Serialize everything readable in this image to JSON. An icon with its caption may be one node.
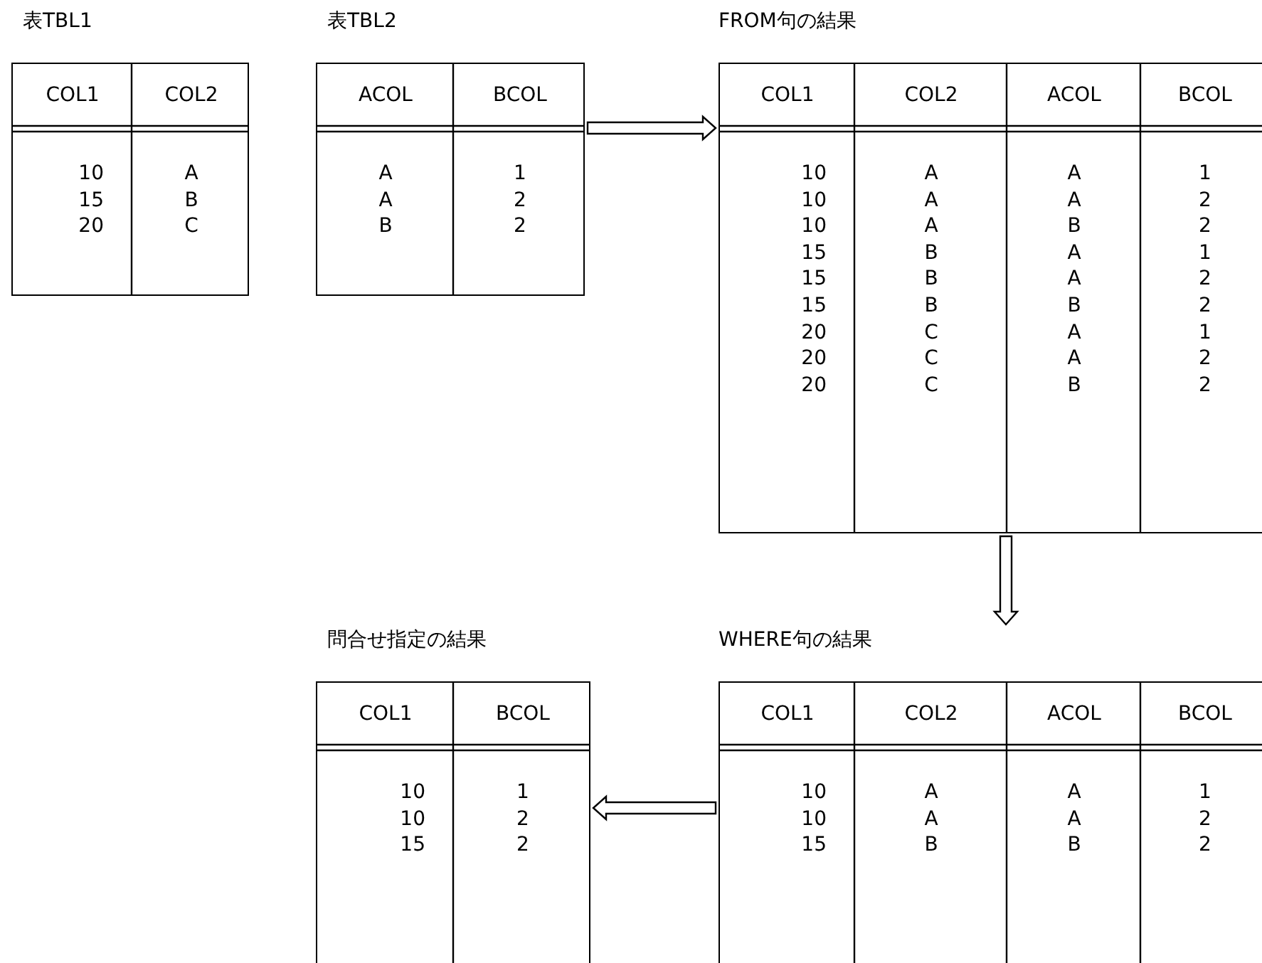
{
  "diagram": {
    "nodes": [
      {
        "text": [
          "表TBL1"
        ]
      },
      {
        "text": [
          "COL1"
        ],
        "in": 0
      },
      {
        "text": [
          "COL2"
        ],
        "in": 0
      },
      {
        "text": [
          "10"
        ],
        "in": 0
      },
      {
        "text": [
          "A"
        ],
        "in": 0
      },
      {
        "text": [
          "15"
        ],
        "in": 0
      },
      {
        "text": [
          "B"
        ],
        "in": 0
      },
      {
        "text": [
          "20"
        ],
        "in": 0
      },
      {
        "text": [
          "C"
        ],
        "in": 0
      },
      {
        "text": [
          "表TBL2"
        ]
      },
      {
        "text": [
          "ACOL"
        ],
        "in": 9
      },
      {
        "text": [
          "BCOL"
        ],
        "in": 9
      },
      {
        "text": [
          "A"
        ],
        "in": 9
      },
      {
        "text": [
          "1"
        ],
        "in": 9
      },
      {
        "text": [
          "A"
        ],
        "in": 9
      },
      {
        "text": [
          "2"
        ],
        "in": 9
      },
      {
        "text": [
          "B"
        ],
        "in": 9
      },
      {
        "text": [
          "2"
        ],
        "in": 9
      },
      {
        "text": [
          "FROM句の結果"
        ]
      },
      {
        "text": [
          "COL1"
        ],
        "in": 18
      },
      {
        "text": [
          "COL2"
        ],
        "in": 18
      },
      {
        "text": [
          "ACOL"
        ],
        "in": 18
      },
      {
        "text": [
          "BCOL"
        ],
        "in": 18
      },
      {
        "text": [
          "10"
        ],
        "in": 18
      },
      {
        "text": [
          "A"
        ],
        "in": 18
      },
      {
        "text": [
          "A"
        ],
        "in": 18
      },
      {
        "text": [
          "1"
        ],
        "in": 18
      },
      {
        "text": [
          "10"
        ],
        "in": 18
      },
      {
        "text": [
          "A"
        ],
        "in": 18
      },
      {
        "text": [
          "A"
        ],
        "in": 18
      },
      {
        "text": [
          "2"
        ],
        "in": 18
      },
      {
        "text": [
          "10"
        ],
        "in": 18
      },
      {
        "text": [
          "A"
        ],
        "in": 18
      },
      {
        "text": [
          "B"
        ],
        "in": 18
      },
      {
        "text": [
          "2"
        ],
        "in": 18
      },
      {
        "text": [
          "15"
        ],
        "in": 18
      },
      {
        "text": [
          "B"
        ],
        "in": 18
      },
      {
        "text": [
          "A"
        ],
        "in": 18
      },
      {
        "text": [
          "1"
        ],
        "in": 18
      },
      {
        "text": [
          "15"
        ],
        "in": 18
      },
      {
        "text": [
          "B"
        ],
        "in": 18
      },
      {
        "text": [
          "A"
        ],
        "in": 18
      },
      {
        "text": [
          "2"
        ],
        "in": 18
      },
      {
        "text": [
          "15"
        ],
        "in": 18
      },
      {
        "text": [
          "B"
        ],
        "in": 18
      },
      {
        "text": [
          "B"
        ],
        "in": 18
      },
      {
        "text": [
          "2"
        ],
        "in": 18
      },
      {
        "text": [
          "20"
        ],
        "in": 18
      },
      {
        "text": [
          "C"
        ],
        "in": 18
      },
      {
        "text": [
          "A"
        ],
        "in": 18
      },
      {
        "text": [
          "1"
        ],
        "in": 18
      },
      {
        "text": [
          "20"
        ],
        "in": 18
      },
      {
        "text": [
          "C"
        ],
        "in": 18
      },
      {
        "text": [
          "A"
        ],
        "in": 18
      },
      {
        "text": [
          "2"
        ],
        "in": 18
      },
      {
        "text": [
          "20"
        ],
        "in": 18
      },
      {
        "text": [
          "C"
        ],
        "in": 18
      },
      {
        "text": [
          "B"
        ],
        "in": 18
      },
      {
        "text": [
          "2"
        ],
        "in": 18
      },
      {
        "text": [
          "問合せ指定の結果"
        ]
      },
      {
        "text": [
          "COL1"
        ],
        "in": 59
      },
      {
        "text": [
          "BCOL"
        ],
        "in": 59
      },
      {
        "text": [
          "10"
        ],
        "in": 59
      },
      {
        "text": [
          "1"
        ],
        "in": 59
      },
      {
        "text": [
          "10"
        ],
        "in": 59
      },
      {
        "text": [
          "2"
        ],
        "in": 59
      },
      {
        "text": [
          "15"
        ],
        "in": 59
      },
      {
        "text": [
          "2"
        ],
        "in": 59
      },
      {
        "text": [
          "WHERE句の結果"
        ]
      },
      {
        "text": [
          "COL1"
        ],
        "in": 68
      },
      {
        "text": [
          "COL2"
        ],
        "in": 68
      },
      {
        "text": [
          "ACOL"
        ],
        "in": 68
      },
      {
        "text": [
          "BCOL"
        ],
        "in": 68
      },
      {
        "text": [
          "10"
        ],
        "in": 68
      },
      {
        "text": [
          "A"
        ],
        "in": 68
      },
      {
        "text": [
          "A"
        ],
        "in": 68
      },
      {
        "text": [
          "1"
        ],
        "in": 68
      },
      {
        "text": [
          "10"
        ],
        "in": 68
      },
      {
        "text": [
          "A"
        ],
        "in": 68
      },
      {
        "text": [
          "A"
        ],
        "in": 68
      },
      {
        "text": [
          "2"
        ],
        "in": 68
      },
      {
        "text": [
          "15"
        ],
        "in": 68
      },
      {
        "text": [
          "B"
        ],
        "in": 68
      },
      {
        "text": [
          "B"
        ],
        "in": 68
      },
      {
        "text": [
          "2"
        ],
        "in": 68
      }
    ],
    "edges": [
      {
        "from": 9,
        "to": 18,
        "arrow": "to"
      },
      {
        "from": 18,
        "to": 68,
        "arrow": "to"
      },
      {
        "from": 68,
        "to": 59,
        "arrow": "to"
      }
    ]
  }
}
